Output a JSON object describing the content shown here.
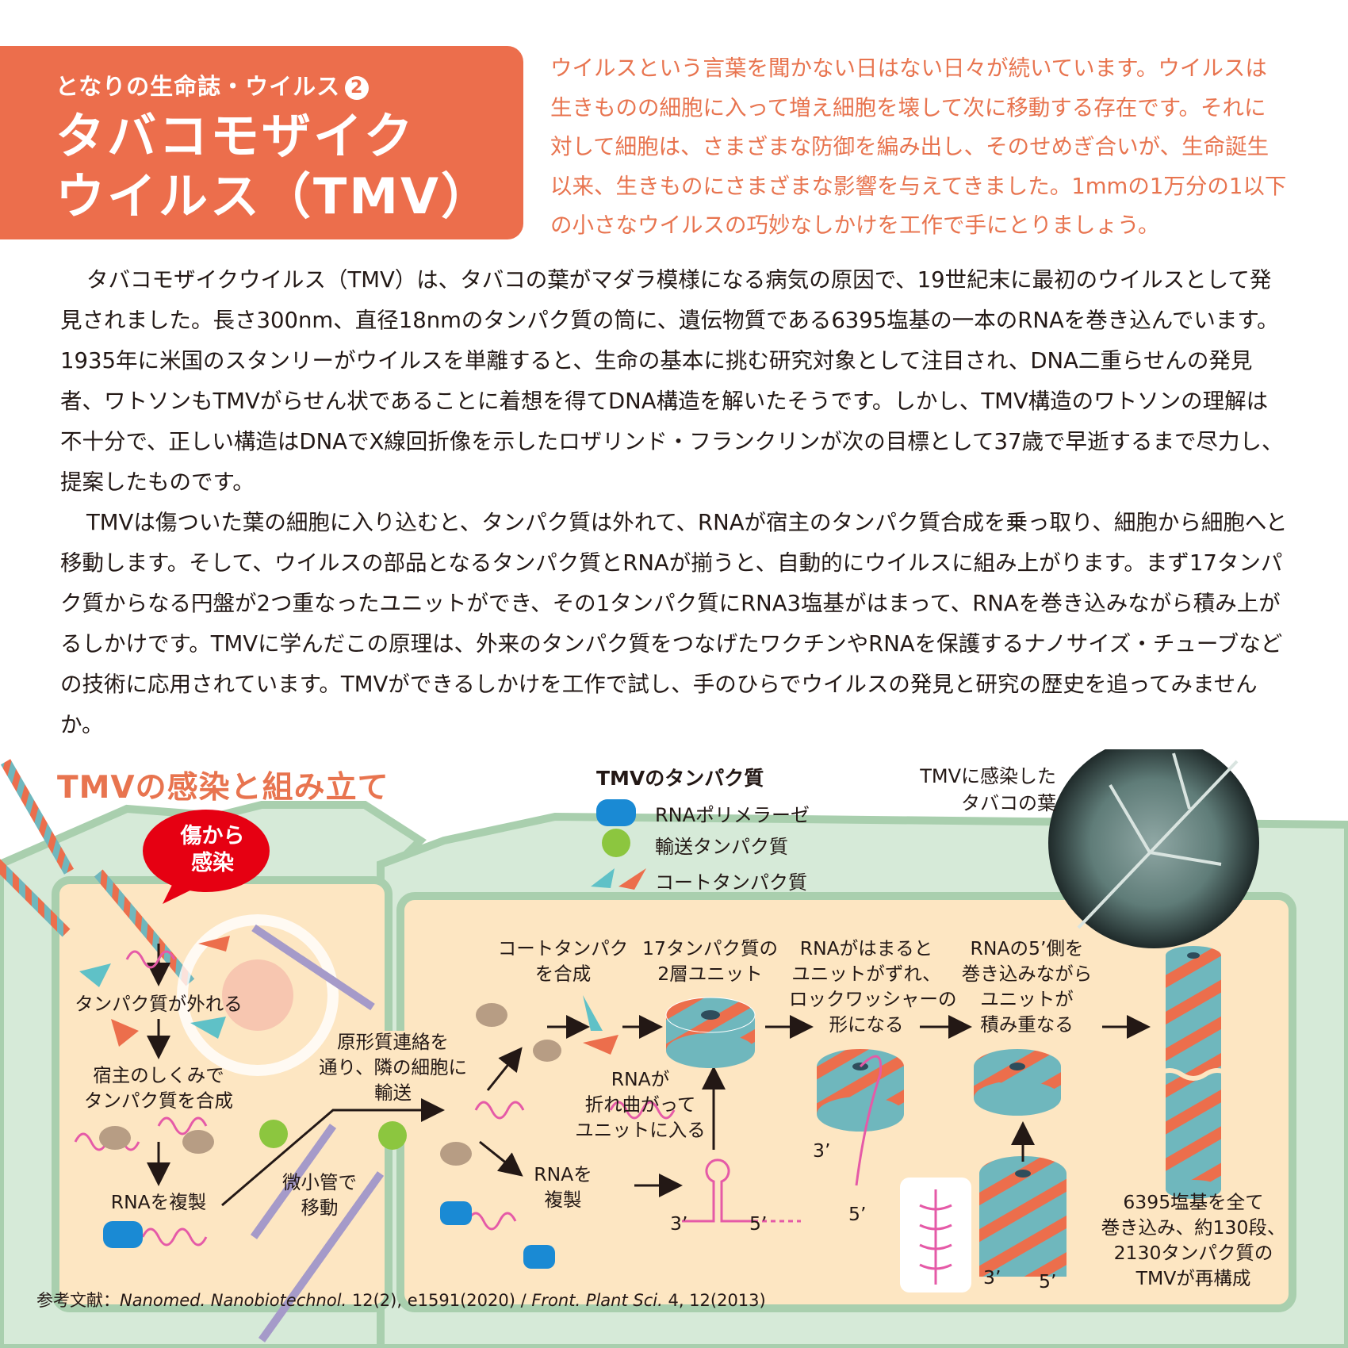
{
  "header": {
    "series": "となりの生命誌・ウイルス",
    "series_number": "2",
    "title_line1": "タバコモザイク",
    "title_line2": "ウイルス（TMV）"
  },
  "intro": "ウイルスという言葉を聞かない日はない日々が続いています。ウイルスは生きものの細胞に入って増え細胞を壊して次に移動する存在です。それに対して細胞は、さまざまな防御を編み出し、そのせめぎ合いが、生命誕生以来、生きものにさまざまな影響を与えてきました。1mmの1万分の1以下の小さなウイルスの巧妙なしかけを工作で手にとりましょう。",
  "body": {
    "p1": "タバコモザイクウイルス（TMV）は、タバコの葉がマダラ模様になる病気の原因で、19世紀末に最初のウイルスとして発見されました。長さ300nm、直径18nmのタンパク質の筒に、遺伝物質である6395塩基の一本のRNAを巻き込んでいます。1935年に米国のスタンリーがウイルスを単離すると、生命の基本に挑む研究対象として注目され、DNA二重らせんの発見者、ワトソンもTMVがらせん状であることに着想を得てDNA構造を解いたそうです。しかし、TMV構造のワトソンの理解は不十分で、正しい構造はDNAでX線回折像を示したロザリンド・フランクリンが次の目標として37歳で早逝するまで尽力し、提案したものです。",
    "p2": "TMVは傷ついた葉の細胞に入り込むと、タンパク質は外れて、RNAが宿主のタンパク質合成を乗っ取り、細胞から細胞へと移動します。そして、ウイルスの部品となるタンパク質とRNAが揃うと、自動的にウイルスに組み上がります。まず17タンパク質からなる円盤が2つ重なったユニットができ、その1タンパク質にRNA3塩基がはまって、RNAを巻き込みながら積み上がるしかけです。TMVに学んだこの原理は、外来のタンパク質をつなげたワクチンやRNAを保護するナノサイズ・チューブなどの技術に応用されています。TMVができるしかけを工作で試し、手のひらでウイルスの発見と研究の歴史を追ってみませんか。"
  },
  "diagram": {
    "section_title": "TMVの感染と組み立て",
    "legend_title": "TMVのタンパク質",
    "legend": [
      "RNAポリメラーゼ",
      "輸送タンパク質",
      "コートタンパク質"
    ],
    "photo_label_1": "TMVに感染した",
    "photo_label_2": "タバコの葉",
    "callout_1": "傷から",
    "callout_2": "感染",
    "step_protein_off": "タンパク質が外れる",
    "step_host_1": "宿主のしくみで",
    "step_host_2": "タンパク質を合成",
    "step_replicate": "RNAを複製",
    "microtubule_1": "微小管で",
    "microtubule_2": "移動",
    "plasmodesma_1": "原形質連絡を",
    "plasmodesma_2": "通り、隣の細胞に",
    "plasmodesma_3": "輸送",
    "coat_1": "コートタンパク",
    "coat_2": "を合成",
    "replicate2_1": "RNAを",
    "replicate2_2": "複製",
    "rna_fold_1": "RNAが",
    "rna_fold_2": "折れ曲がって",
    "rna_fold_3": "ユニットに入る",
    "unit_1": "17タンパク質の",
    "unit_2": "2層ユニット",
    "lock_1": "RNAがはまると",
    "lock_2": "ユニットがずれ、",
    "lock_3": "ロックワッシャーの",
    "lock_4": "形になる",
    "stack_1": "RNAの5’側を",
    "stack_2": "巻き込みながら",
    "stack_3": "ユニットが",
    "stack_4": "積み重なる",
    "final_1": "6395塩基を全て",
    "final_2": "巻き込み、約130段、",
    "final_3": "2130タンパク質の",
    "final_4": "TMVが再構成",
    "label_3p": "3’",
    "label_5p": "5’"
  },
  "refs": {
    "prefix": "参考文献：",
    "ref1_italic": "Nanomed. Nanobiotechnol.",
    "ref1_rest": " 12(2), e1591(2020) / ",
    "ref2_italic": "Front. Plant Sci.",
    "ref2_rest": " 4, 12(2013)"
  }
}
